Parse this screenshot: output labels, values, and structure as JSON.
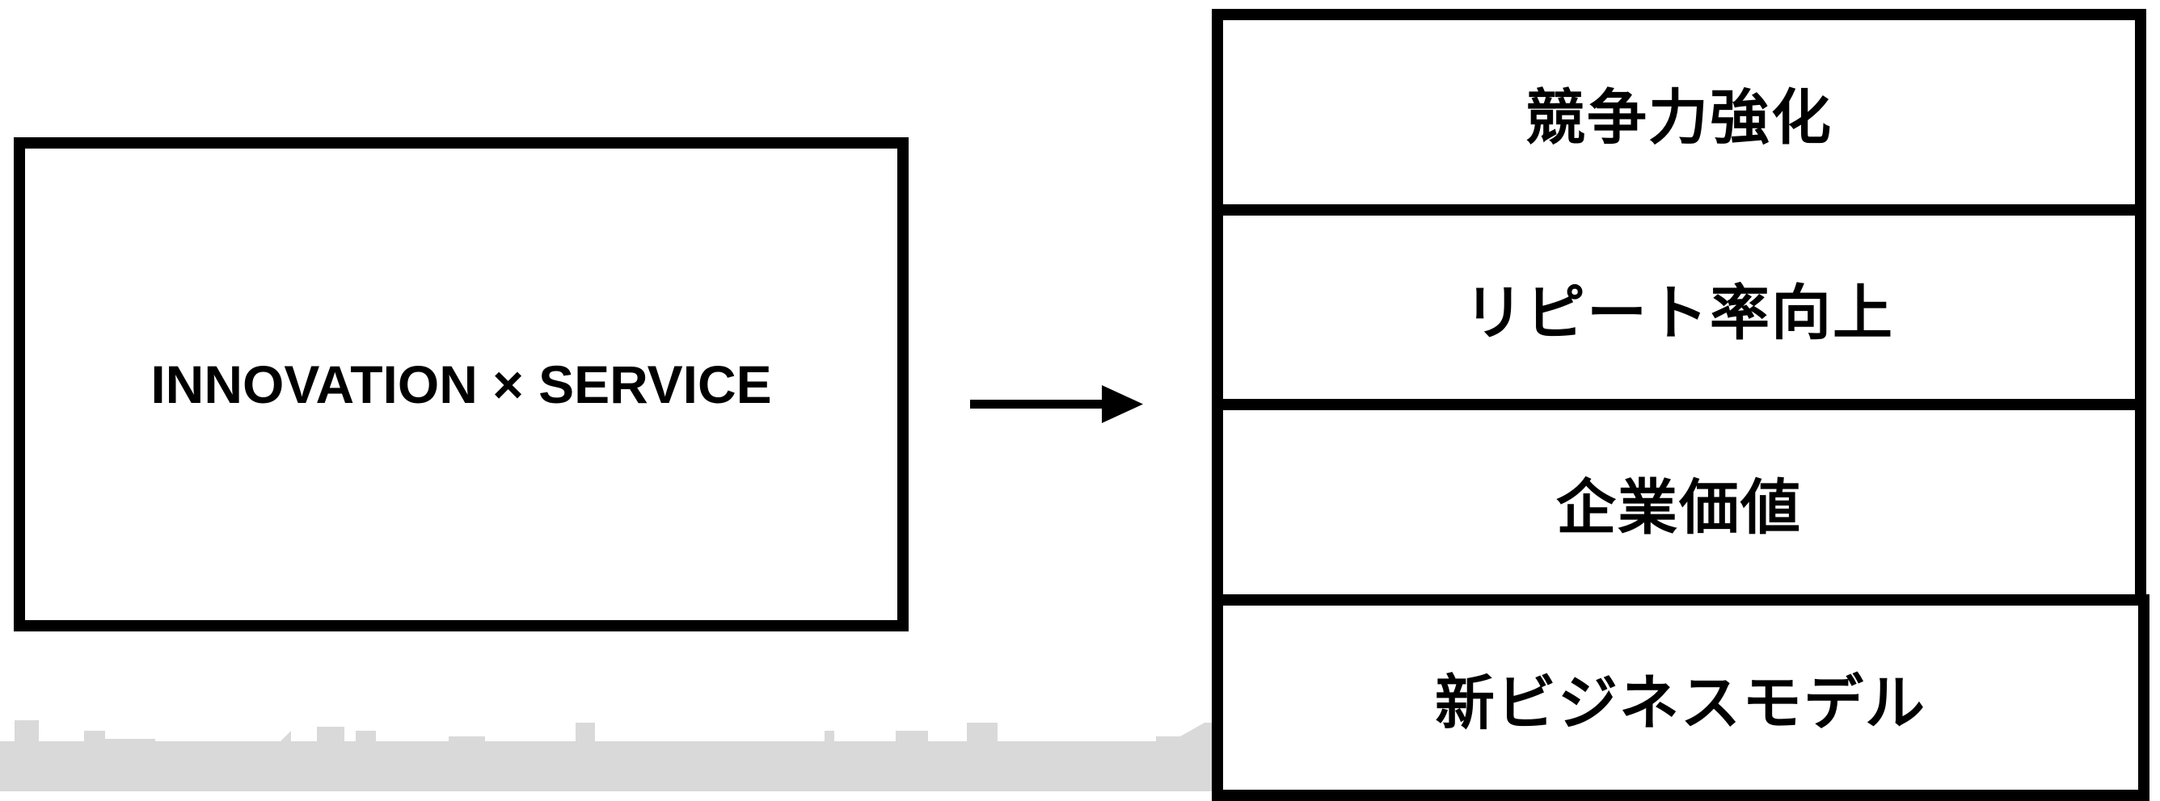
{
  "diagram": {
    "source_box": {
      "label": "INNOVATION × SERVICE"
    },
    "outcomes": [
      {
        "label": "競争力強化"
      },
      {
        "label": "リピート率向上"
      },
      {
        "label": "企業価値"
      },
      {
        "label": "新ビジネスモデル"
      }
    ]
  },
  "colors": {
    "border": "#000000",
    "background": "#ffffff",
    "skyline": "#d9d9d9"
  }
}
